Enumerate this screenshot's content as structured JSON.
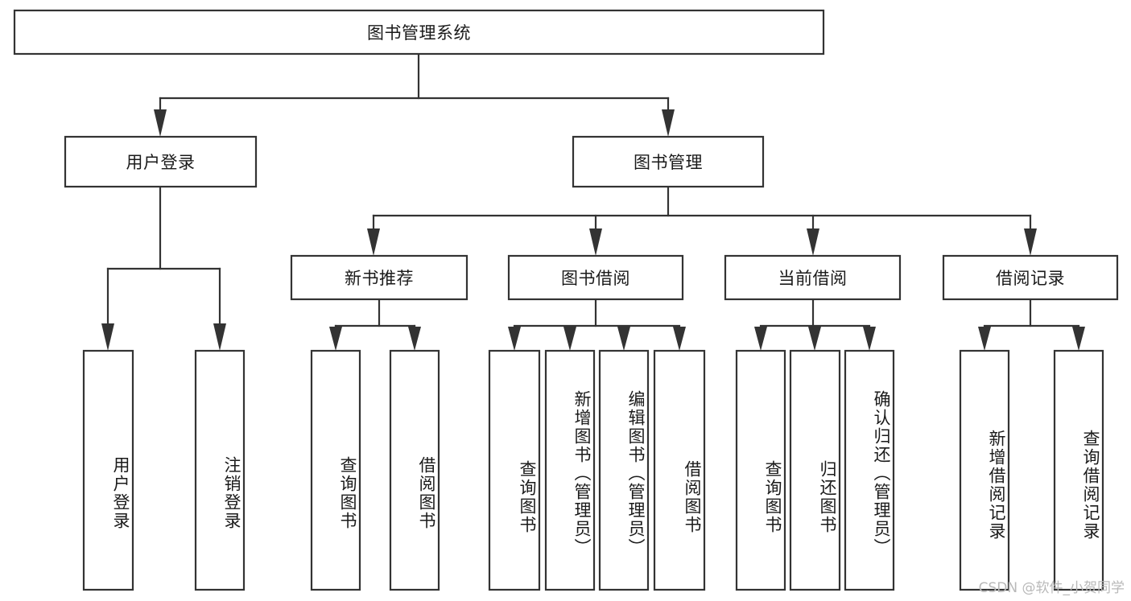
{
  "diagram": {
    "type": "tree-hierarchy",
    "title": "图书管理系统",
    "orientation": "top-down",
    "watermark": "CSDN @软件_小贺同学",
    "colors": {
      "box_stroke": "#333333",
      "box_fill": "#ffffff",
      "text": "#1a1a1a",
      "canvas": "#ffffff",
      "watermark": "#b9b9b9"
    },
    "levels": [
      {
        "level": 1,
        "nodes": [
          {
            "id": "root",
            "label": "图书管理系统",
            "orientation": "horizontal"
          }
        ]
      },
      {
        "level": 2,
        "nodes": [
          {
            "id": "login",
            "label": "用户登录",
            "orientation": "horizontal",
            "parent": "root"
          },
          {
            "id": "bookmgr",
            "label": "图书管理",
            "orientation": "horizontal",
            "parent": "root"
          }
        ]
      },
      {
        "level": 3,
        "nodes": [
          {
            "id": "newbook",
            "label": "新书推荐",
            "orientation": "horizontal",
            "parent": "bookmgr"
          },
          {
            "id": "borrow",
            "label": "图书借阅",
            "orientation": "horizontal",
            "parent": "bookmgr"
          },
          {
            "id": "current",
            "label": "当前借阅",
            "orientation": "horizontal",
            "parent": "bookmgr"
          },
          {
            "id": "records",
            "label": "借阅记录",
            "orientation": "horizontal",
            "parent": "bookmgr"
          }
        ]
      },
      {
        "level": 4,
        "nodes": [
          {
            "id": "leaf-1",
            "label": "用户登录",
            "orientation": "vertical",
            "parent": "login"
          },
          {
            "id": "leaf-2",
            "label": "注销登录",
            "orientation": "vertical",
            "parent": "login"
          },
          {
            "id": "leaf-3",
            "label": "查询图书",
            "orientation": "vertical",
            "parent": "newbook"
          },
          {
            "id": "leaf-4",
            "label": "借阅图书",
            "orientation": "vertical",
            "parent": "newbook"
          },
          {
            "id": "leaf-5",
            "label": "查询图书",
            "orientation": "vertical",
            "parent": "borrow"
          },
          {
            "id": "leaf-6",
            "label": "新增图书（管理员）",
            "orientation": "vertical",
            "parent": "borrow"
          },
          {
            "id": "leaf-7",
            "label": "编辑图书（管理员）",
            "orientation": "vertical",
            "parent": "borrow"
          },
          {
            "id": "leaf-8",
            "label": "借阅图书",
            "orientation": "vertical",
            "parent": "borrow"
          },
          {
            "id": "leaf-9",
            "label": "查询图书",
            "orientation": "vertical",
            "parent": "current"
          },
          {
            "id": "leaf-10",
            "label": "归还图书",
            "orientation": "vertical",
            "parent": "current"
          },
          {
            "id": "leaf-11",
            "label": "确认归还（管理员）",
            "orientation": "vertical",
            "parent": "current"
          },
          {
            "id": "leaf-12",
            "label": "新增借阅记录",
            "orientation": "vertical",
            "parent": "records"
          },
          {
            "id": "leaf-13",
            "label": "查询借阅记录",
            "orientation": "vertical",
            "parent": "records"
          }
        ]
      }
    ]
  }
}
